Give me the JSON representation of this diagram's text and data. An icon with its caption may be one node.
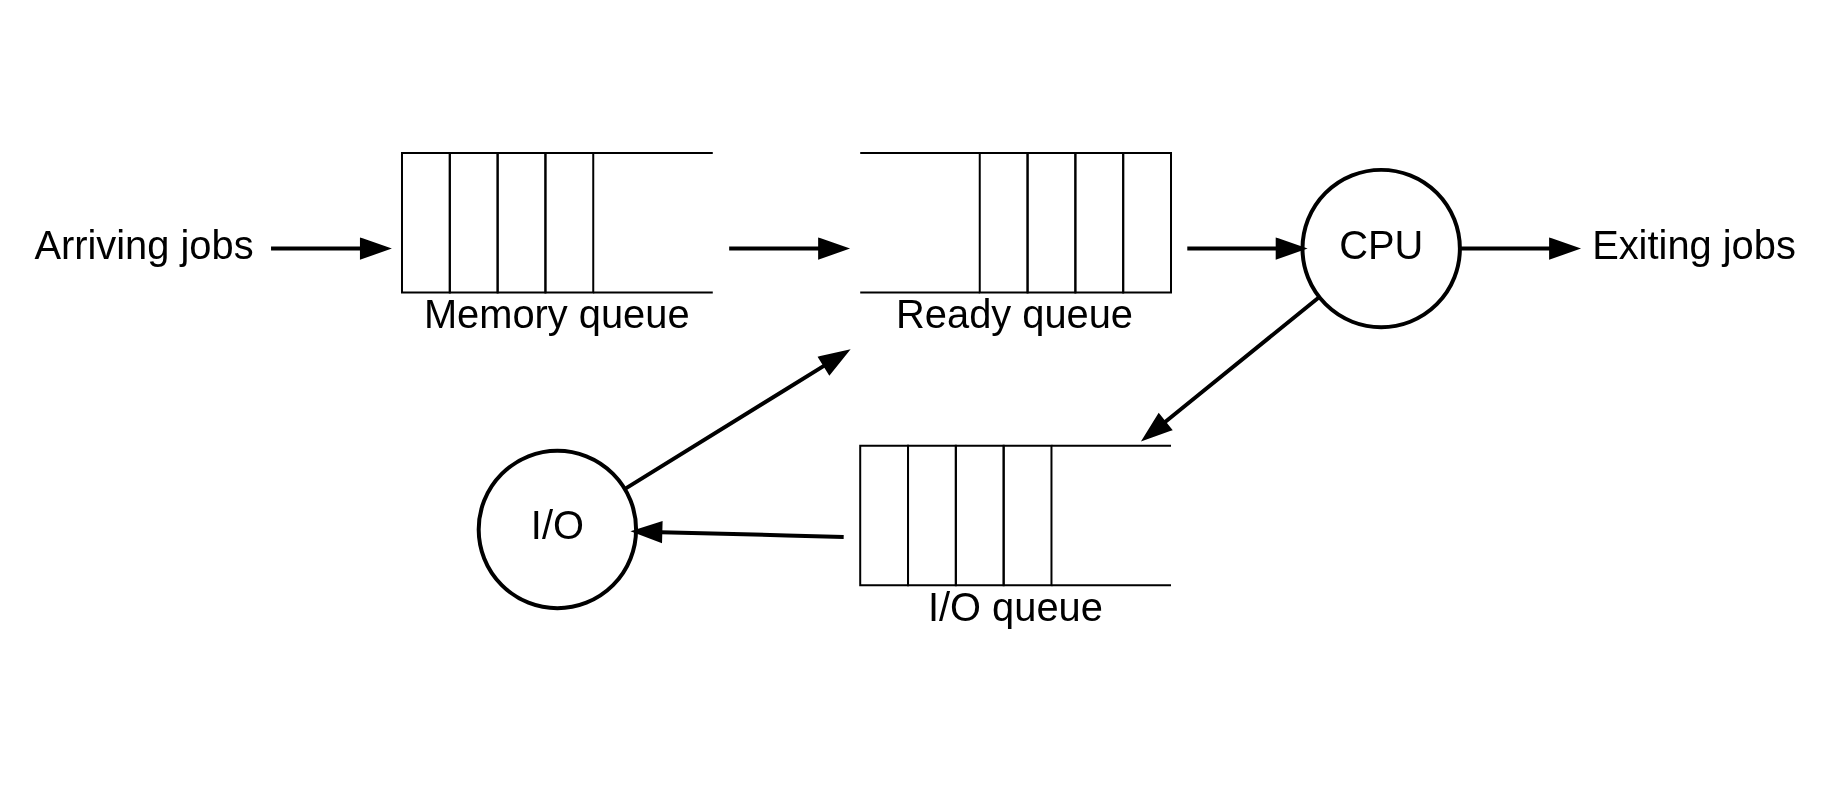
{
  "diagram": {
    "nodes": [
      {
        "text": [
          "Arriving jobs"
        ]
      },
      {
        "text": [
          "Memory queue"
        ]
      },
      {
        "text": [
          "Ready queue"
        ]
      },
      {
        "text": [
          "CPU"
        ]
      },
      {
        "text": [
          "Exiting jobs"
        ]
      },
      {
        "text": [
          "I/O"
        ]
      },
      {
        "text": [
          "I/O queue"
        ]
      }
    ],
    "edges": [
      {
        "from": 0,
        "to": 1,
        "arrow": "to"
      },
      {
        "from": 1,
        "to": 2,
        "arrow": "to"
      },
      {
        "from": 5,
        "to": 2,
        "arrow": "to"
      },
      {
        "from": 2,
        "to": 3,
        "arrow": "to"
      },
      {
        "from": 3,
        "to": 4,
        "arrow": "to"
      },
      {
        "from": 3,
        "to": 6,
        "arrow": "to"
      },
      {
        "from": 6,
        "to": 5,
        "arrow": "to"
      }
    ]
  }
}
